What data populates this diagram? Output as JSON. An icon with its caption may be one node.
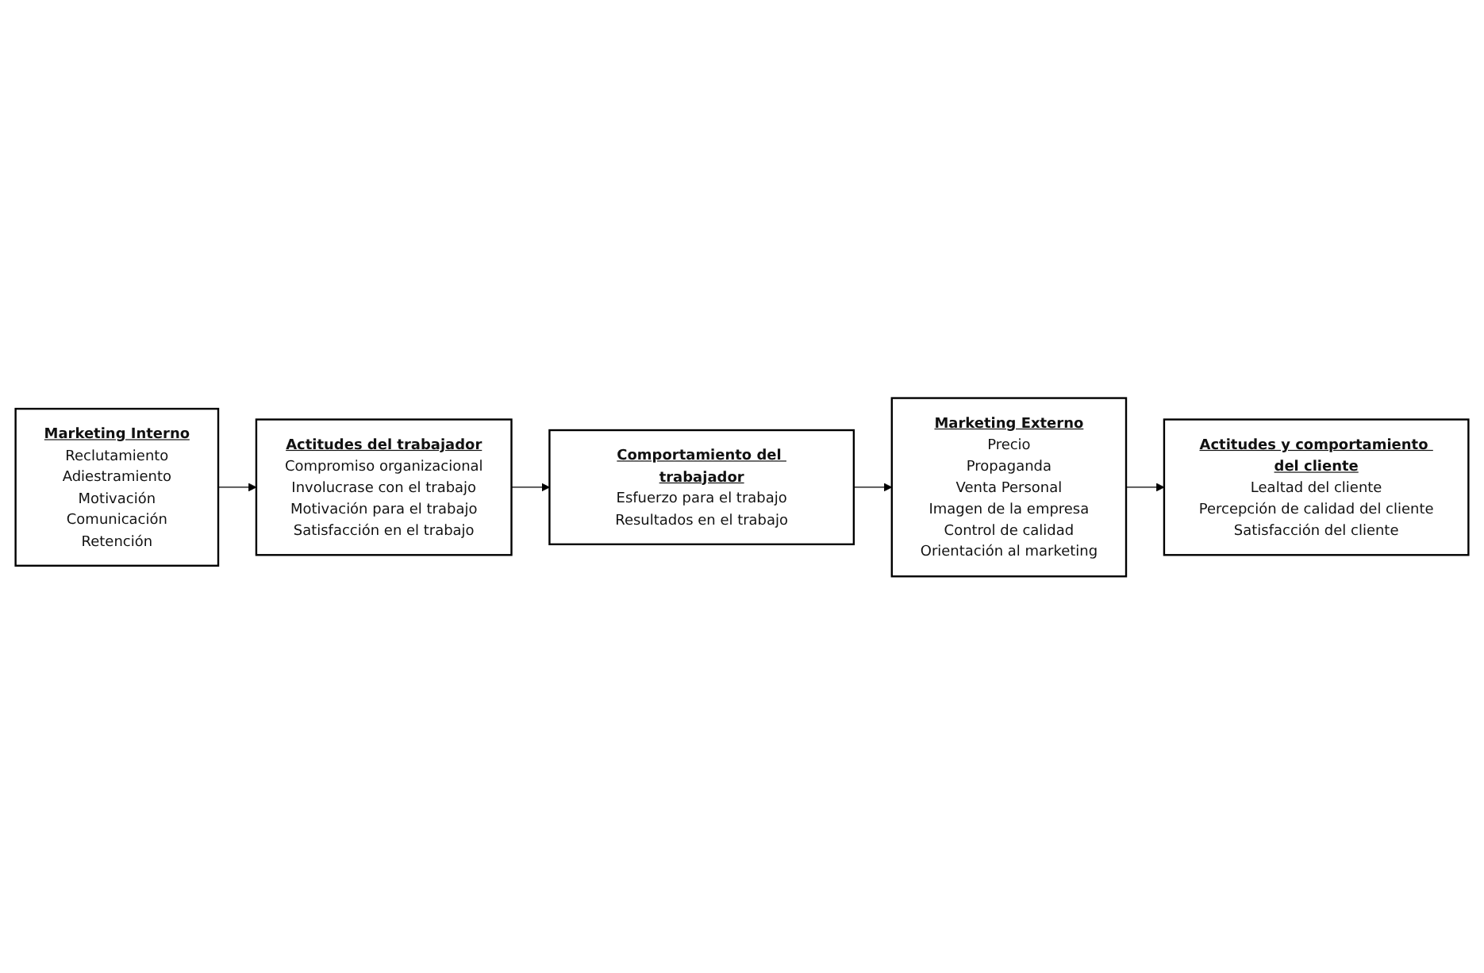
{
  "diagram": {
    "nodes": [
      {
        "text": [
          "Marketing Interno",
          "Reclutamiento",
          "Adiestramiento",
          "Motivación",
          "Comunicación",
          "Retención"
        ]
      },
      {
        "text": [
          "Actitudes del trabajador",
          "Compromiso organizacional",
          "Involucrase con el trabajo",
          "Motivación para el trabajo",
          "Satisfacción en el trabajo"
        ]
      },
      {
        "text": [
          "Comportamiento del trabajador",
          "Esfuerzo para el trabajo",
          "Resultados en el trabajo"
        ]
      },
      {
        "text": [
          "Actitudes y comportamiento del cliente",
          "Lealtad del cliente",
          "Percepción de calidad del cliente",
          "Satisfacción del cliente"
        ]
      },
      {
        "text": [
          "Marketing Externo",
          "Precio",
          "Propaganda",
          "Venta Personal",
          "Imagen de la empresa",
          "Control de calidad",
          "Orientación al marketing"
        ]
      }
    ],
    "edges": [
      {
        "from": 0,
        "to": 1,
        "arrow": "to"
      },
      {
        "from": 1,
        "to": 2,
        "arrow": "to"
      },
      {
        "from": 2,
        "to": 4,
        "arrow": "to"
      },
      {
        "from": 4,
        "to": 3,
        "arrow": "to"
      }
    ]
  }
}
